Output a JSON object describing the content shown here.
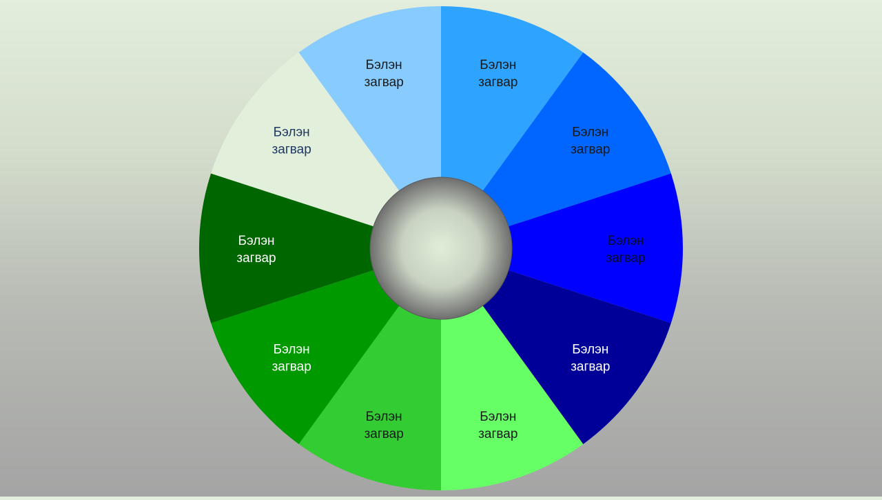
{
  "diagram": {
    "segments": [
      {
        "line1": "Бэлэн",
        "line2": "загвар",
        "fill": "#2ea3ff",
        "text_color": "#1a1a1a"
      },
      {
        "line1": "Бэлэн",
        "line2": "загвар",
        "fill": "#0066ff",
        "text_color": "#1a1a1a"
      },
      {
        "line1": "Бэлэн",
        "line2": "загвар",
        "fill": "#0000ff",
        "text_color": "#0a0a2a"
      },
      {
        "line1": "Бэлэн",
        "line2": "загвар",
        "fill": "#000099",
        "text_color": "#ffffff"
      },
      {
        "line1": "Бэлэн",
        "line2": "загвар",
        "fill": "#66ff66",
        "text_color": "#1a1a1a"
      },
      {
        "line1": "Бэлэн",
        "line2": "загвар",
        "fill": "#33cc33",
        "text_color": "#1a1a1a"
      },
      {
        "line1": "Бэлэн",
        "line2": "загвар",
        "fill": "#009900",
        "text_color": "#ffffff"
      },
      {
        "line1": "Бэлэн",
        "line2": "загвар",
        "fill": "#006600",
        "text_color": "#ffffff"
      },
      {
        "line1": "Бэлэн",
        "line2": "загвар",
        "fill": "#e2efda",
        "text_color": "#1f3864"
      },
      {
        "line1": "Бэлэн",
        "line2": "загвар",
        "fill": "#87cbff",
        "text_color": "#1a1a1a"
      }
    ],
    "hub": {
      "fill_center": "#e0eed8",
      "fill_edge": "#6e6e6e"
    }
  }
}
